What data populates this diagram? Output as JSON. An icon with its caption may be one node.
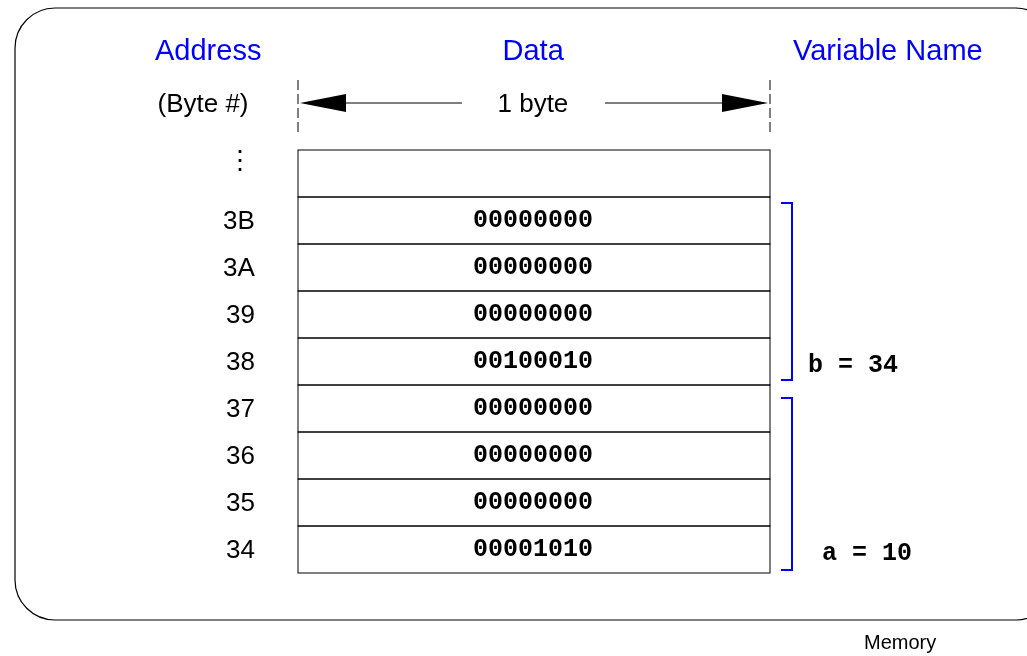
{
  "diagram": {
    "caption": "Memory",
    "labels": [
      "Address",
      "Data",
      "Variable Name",
      "(Byte #)",
      "1 byte",
      "⋮",
      "3B",
      "00000000",
      "3A",
      "00000000",
      "39",
      "00000000",
      "38",
      "00100010",
      "b = 34",
      "37",
      "00000000",
      "36",
      "00000000",
      "35",
      "00000000",
      "34",
      "00001010",
      "a = 10"
    ]
  }
}
